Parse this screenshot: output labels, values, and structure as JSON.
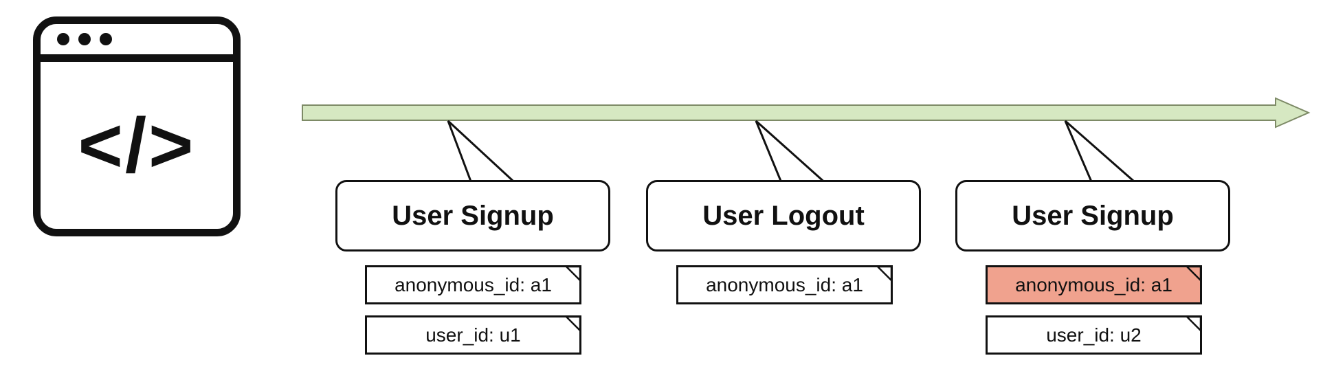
{
  "colors": {
    "ink": "#111111",
    "timeline_fill": "#d6e8c2",
    "timeline_stroke": "#7d8a66",
    "highlight": "#f0a28e"
  },
  "icon": {
    "glyph": "</>"
  },
  "events": [
    {
      "title": "User Signup",
      "tags": [
        {
          "label": "anonymous_id: a1",
          "highlight": false
        },
        {
          "label": "user_id: u1",
          "highlight": false
        }
      ]
    },
    {
      "title": "User Logout",
      "tags": [
        {
          "label": "anonymous_id: a1",
          "highlight": false
        }
      ]
    },
    {
      "title": "User Signup",
      "tags": [
        {
          "label": "anonymous_id: a1",
          "highlight": true
        },
        {
          "label": "user_id: u2",
          "highlight": false
        }
      ]
    }
  ]
}
